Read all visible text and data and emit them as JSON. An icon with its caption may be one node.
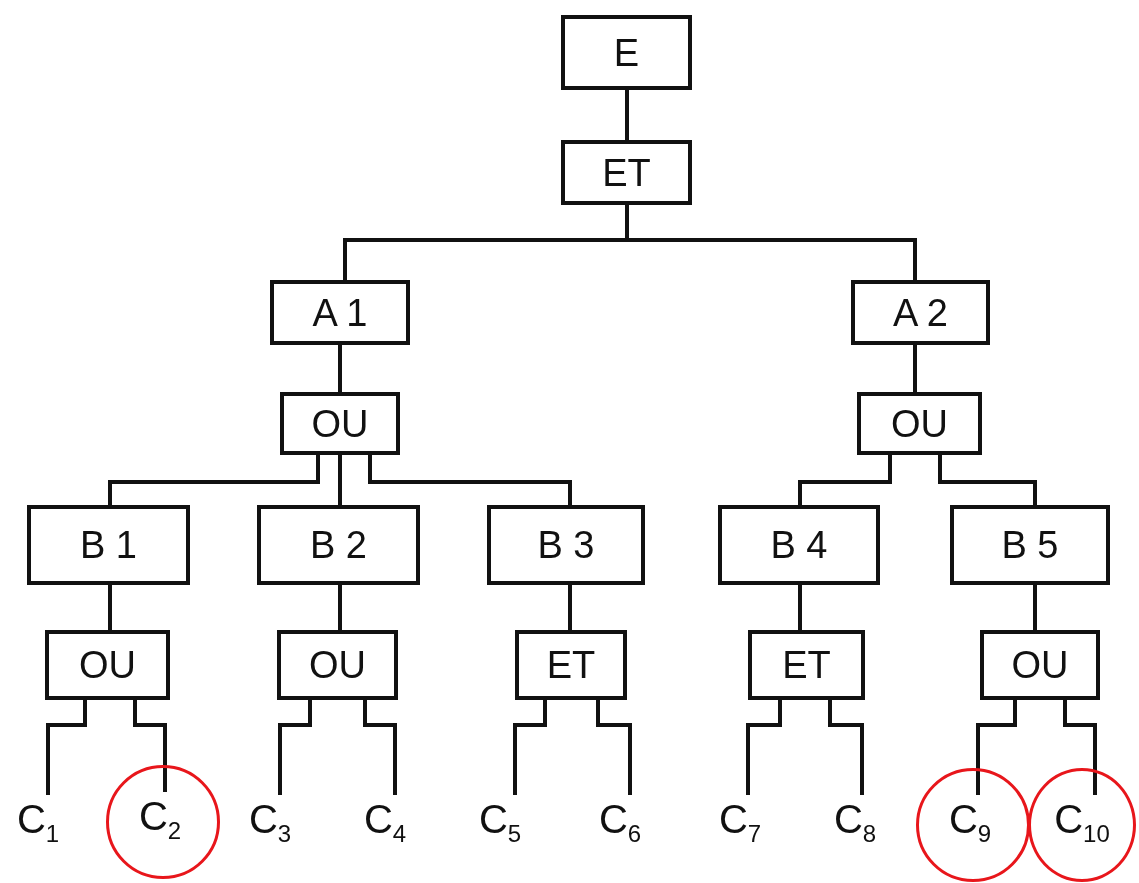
{
  "diagram": {
    "nodes": [
      {
        "text": [
          "E"
        ]
      },
      {
        "text": [
          "ET"
        ]
      },
      {
        "text": [
          "A 1"
        ]
      },
      {
        "text": [
          "A 2"
        ]
      },
      {
        "text": [
          "OU"
        ]
      },
      {
        "text": [
          "OU"
        ]
      },
      {
        "text": [
          "B 1"
        ]
      },
      {
        "text": [
          "B 2"
        ]
      },
      {
        "text": [
          "B 3"
        ]
      },
      {
        "text": [
          "B 4"
        ]
      },
      {
        "text": [
          "B 5"
        ]
      },
      {
        "text": [
          "OU"
        ]
      },
      {
        "text": [
          "OU"
        ]
      },
      {
        "text": [
          "ET"
        ]
      },
      {
        "text": [
          "ET"
        ]
      },
      {
        "text": [
          "OU"
        ]
      },
      {
        "text": [
          "C$_{1}$"
        ]
      },
      {
        "text": [],
        "shape": "circle"
      },
      {
        "text": [
          "C$_{2}$"
        ],
        "in": 17
      },
      {
        "text": [
          "C$_{3}$"
        ]
      },
      {
        "text": [
          "C$_{4}$"
        ]
      },
      {
        "text": [
          "C$_{5}$"
        ]
      },
      {
        "text": [
          "C$_{6}$"
        ]
      },
      {
        "text": [
          "C$_{7}$"
        ]
      },
      {
        "text": [
          "C$_{8}$"
        ]
      },
      {
        "text": [],
        "shape": "circle"
      },
      {
        "text": [
          "C$_{9}$"
        ],
        "in": 25
      },
      {
        "text": [],
        "shape": "circle"
      },
      {
        "text": [
          "C$_{10}$"
        ],
        "in": 27
      }
    ],
    "edges": [
      {
        "from": 0,
        "to": 1,
        "arrow": "none"
      },
      {
        "from": 1,
        "to": 2,
        "arrow": "none"
      },
      {
        "from": 1,
        "to": 3,
        "arrow": "none"
      },
      {
        "from": 2,
        "to": 4,
        "arrow": "none"
      },
      {
        "from": 3,
        "to": 5,
        "arrow": "none"
      },
      {
        "from": 4,
        "to": 6,
        "arrow": "none"
      },
      {
        "from": 4,
        "to": 7,
        "arrow": "none"
      },
      {
        "from": 4,
        "to": 8,
        "arrow": "none"
      },
      {
        "from": 5,
        "to": 9,
        "arrow": "none"
      },
      {
        "from": 5,
        "to": 10,
        "arrow": "none"
      },
      {
        "from": 6,
        "to": 11,
        "arrow": "none"
      },
      {
        "from": 7,
        "to": 12,
        "arrow": "none"
      },
      {
        "from": 8,
        "to": 13,
        "arrow": "none"
      },
      {
        "from": 9,
        "to": 14,
        "arrow": "none"
      },
      {
        "from": 10,
        "to": 15,
        "arrow": "none"
      },
      {
        "from": 11,
        "to": 16,
        "arrow": "none"
      },
      {
        "from": 11,
        "to": 18,
        "arrow": "none"
      },
      {
        "from": 12,
        "to": 19,
        "arrow": "none"
      },
      {
        "from": 12,
        "to": 20,
        "arrow": "none"
      },
      {
        "from": 13,
        "to": 21,
        "arrow": "none"
      },
      {
        "from": 13,
        "to": 22,
        "arrow": "none"
      },
      {
        "from": 14,
        "to": 23,
        "arrow": "none"
      },
      {
        "from": 14,
        "to": 24,
        "arrow": "none"
      },
      {
        "from": 15,
        "to": 26,
        "arrow": "none"
      },
      {
        "from": 15,
        "to": 28,
        "arrow": "none"
      }
    ]
  }
}
